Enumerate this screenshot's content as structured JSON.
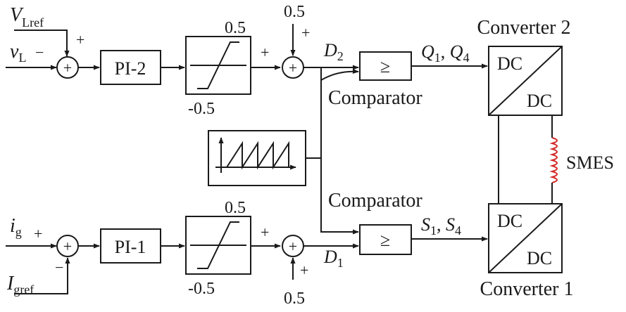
{
  "colors": {
    "line": "#1a1a1a",
    "inductor": "#d42a2a",
    "background": "#ffffff"
  },
  "top_loop": {
    "reference": {
      "base": "V",
      "sub": "Lref"
    },
    "measured": {
      "base": "v",
      "sub": "L"
    },
    "ref_sign": "+",
    "meas_sign": "−",
    "controller": "PI-2",
    "limiter_upper": "0.5",
    "limiter_lower": "-0.5",
    "offset_value": "0.5",
    "offset_sign": "+",
    "sum_sign": "+",
    "duty": {
      "base": "D",
      "sub": "2"
    },
    "comparator_symbol": "≥",
    "comparator_label": "Comparator",
    "gate_signals": {
      "a": "Q",
      "a_sub": "1",
      "sep": ", ",
      "b": "Q",
      "b_sub": "4"
    },
    "converter_title": "Converter 2",
    "converter_in": "DC",
    "converter_out": "DC"
  },
  "bottom_loop": {
    "measured": {
      "base": "i",
      "sub": "g"
    },
    "reference": {
      "base": "I",
      "sub": "gref"
    },
    "meas_sign": "+",
    "ref_sign": "−",
    "controller": "PI-1",
    "limiter_upper": "0.5",
    "limiter_lower": "-0.5",
    "offset_value": "0.5",
    "offset_sign": "+",
    "sum_sign": "+",
    "duty": {
      "base": "D",
      "sub": "1"
    },
    "comparator_symbol": "≥",
    "comparator_label": "Comparator",
    "gate_signals": {
      "a": "S",
      "a_sub": "1",
      "sep": ", ",
      "b": "S",
      "b_sub": "4"
    },
    "converter_title": "Converter 1",
    "converter_in": "DC",
    "converter_out": "DC"
  },
  "storage_label": "SMES",
  "summing_symbol": "+"
}
